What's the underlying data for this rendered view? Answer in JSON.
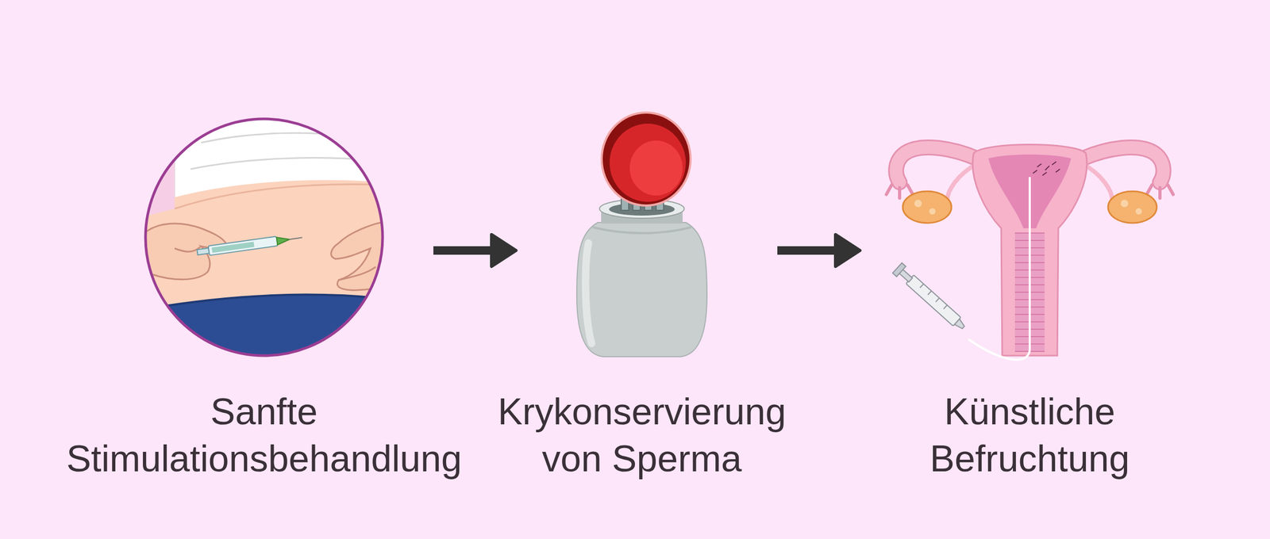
{
  "diagram": {
    "nodes": [
      {
        "text": [
          "Sanfte Stimulationsbehandlung"
        ]
      },
      {
        "text": [
          "Krykonservierung von Sperma"
        ]
      },
      {
        "text": [
          "Künstliche Befruchtung"
        ]
      }
    ],
    "edges": [
      {
        "from": 0,
        "to": 1,
        "arrow": "to"
      },
      {
        "from": 1,
        "to": 2,
        "arrow": "to"
      }
    ]
  }
}
